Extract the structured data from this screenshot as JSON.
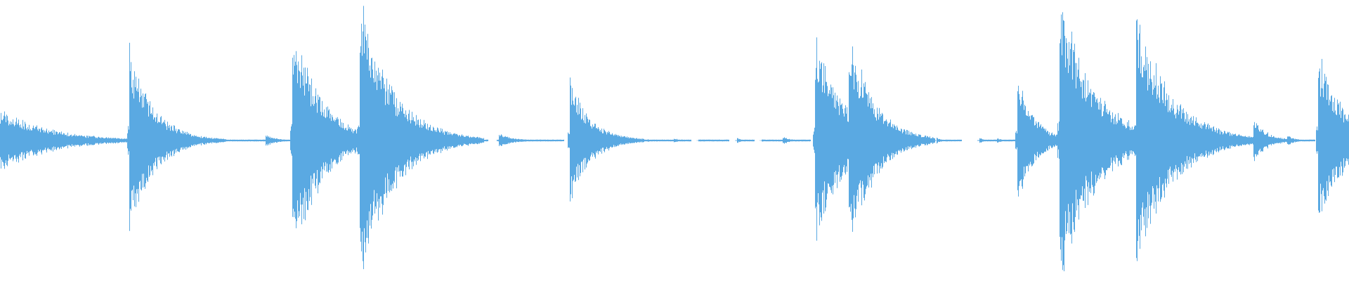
{
  "waveform": {
    "color": "#5aa9e2",
    "baseline_hint": "center",
    "events": [
      {
        "t": 0.0,
        "amp": 0.22,
        "decay": 0.035,
        "tail": 0.02
      },
      {
        "t": 0.045,
        "amp": 0.05,
        "decay": 0.01,
        "tail": 0.03
      },
      {
        "t": 0.096,
        "amp": 0.63,
        "decay": 0.018,
        "tail": 0.018
      },
      {
        "t": 0.147,
        "amp": 0.01,
        "decay": 0.005,
        "tail": 0.04
      },
      {
        "t": 0.197,
        "amp": 0.04,
        "decay": 0.008,
        "tail": 0.008
      },
      {
        "t": 0.217,
        "amp": 0.86,
        "decay": 0.02,
        "tail": 0.012
      },
      {
        "t": 0.247,
        "amp": 0.07,
        "decay": 0.01,
        "tail": 0.01
      },
      {
        "t": 0.267,
        "amp": 0.98,
        "decay": 0.024,
        "tail": 0.02
      },
      {
        "t": 0.305,
        "amp": 0.05,
        "decay": 0.008,
        "tail": 0.01
      },
      {
        "t": 0.32,
        "amp": 0.02,
        "decay": 0.004,
        "tail": 0.03
      },
      {
        "t": 0.37,
        "amp": 0.05,
        "decay": 0.01,
        "tail": 0.01
      },
      {
        "t": 0.4,
        "amp": 0.01,
        "decay": 0.003,
        "tail": 0.01
      },
      {
        "t": 0.423,
        "amp": 0.45,
        "decay": 0.015,
        "tail": 0.01
      },
      {
        "t": 0.451,
        "amp": 0.07,
        "decay": 0.01,
        "tail": 0.006
      },
      {
        "t": 0.48,
        "amp": 0.01,
        "decay": 0.003,
        "tail": 0.012
      },
      {
        "t": 0.5,
        "amp": 0.02,
        "decay": 0.003,
        "tail": 0.004
      },
      {
        "t": 0.518,
        "amp": 0.01,
        "decay": 0.003,
        "tail": 0.014
      },
      {
        "t": 0.547,
        "amp": 0.02,
        "decay": 0.003,
        "tail": 0.004
      },
      {
        "t": 0.565,
        "amp": 0.01,
        "decay": 0.003,
        "tail": 0.01
      },
      {
        "t": 0.581,
        "amp": 0.03,
        "decay": 0.005,
        "tail": 0.006
      },
      {
        "t": 0.605,
        "amp": 0.72,
        "decay": 0.02,
        "tail": 0.012
      },
      {
        "t": 0.63,
        "amp": 0.78,
        "decay": 0.018,
        "tail": 0.01
      },
      {
        "t": 0.65,
        "amp": 0.01,
        "decay": 0.003,
        "tail": 0.003
      },
      {
        "t": 0.674,
        "amp": 0.01,
        "decay": 0.003,
        "tail": 0.006
      },
      {
        "t": 0.695,
        "amp": 0.02,
        "decay": 0.003,
        "tail": 0.01
      },
      {
        "t": 0.727,
        "amp": 0.02,
        "decay": 0.003,
        "tail": 0.004
      },
      {
        "t": 0.74,
        "amp": 0.02,
        "decay": 0.003,
        "tail": 0.006
      },
      {
        "t": 0.755,
        "amp": 0.45,
        "decay": 0.012,
        "tail": 0.012
      },
      {
        "t": 0.786,
        "amp": 1.0,
        "decay": 0.025,
        "tail": 0.018
      },
      {
        "t": 0.809,
        "amp": 0.02,
        "decay": 0.003,
        "tail": 0.004
      },
      {
        "t": 0.823,
        "amp": 0.08,
        "decay": 0.008,
        "tail": 0.008
      },
      {
        "t": 0.843,
        "amp": 0.91,
        "decay": 0.025,
        "tail": 0.02
      },
      {
        "t": 0.88,
        "amp": 0.01,
        "decay": 0.003,
        "tail": 0.012
      },
      {
        "t": 0.904,
        "amp": 0.04,
        "decay": 0.006,
        "tail": 0.006
      },
      {
        "t": 0.93,
        "amp": 0.15,
        "decay": 0.01,
        "tail": 0.008
      },
      {
        "t": 0.955,
        "amp": 0.04,
        "decay": 0.005,
        "tail": 0.006
      },
      {
        "t": 0.978,
        "amp": 0.63,
        "decay": 0.018,
        "tail": 0.016
      }
    ]
  }
}
